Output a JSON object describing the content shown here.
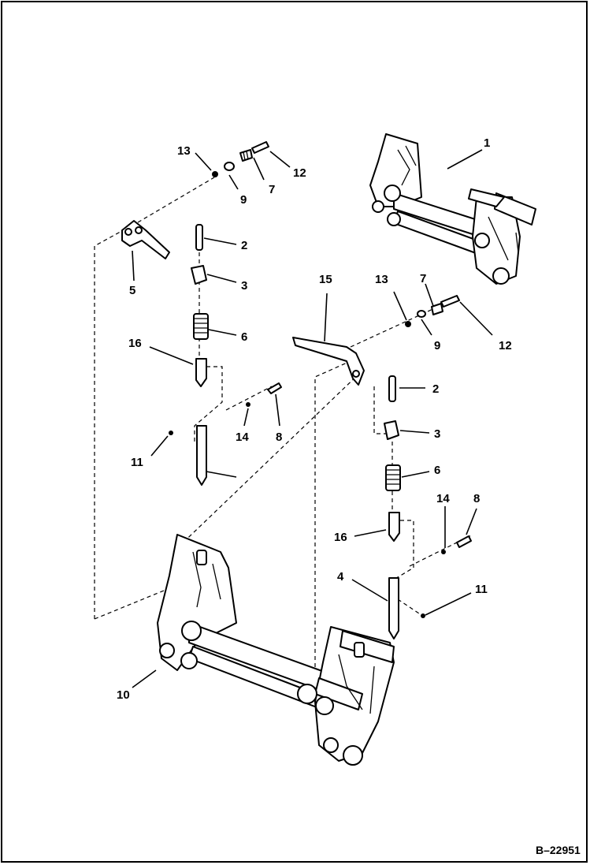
{
  "diagram": {
    "reference_code": "B–22951",
    "callouts": [
      {
        "id": "c1",
        "text": "1"
      },
      {
        "id": "c2a",
        "text": "2"
      },
      {
        "id": "c2b",
        "text": "2"
      },
      {
        "id": "c3a",
        "text": "3"
      },
      {
        "id": "c3b",
        "text": "3"
      },
      {
        "id": "c4",
        "text": "4"
      },
      {
        "id": "c5",
        "text": "5"
      },
      {
        "id": "c6a",
        "text": "6"
      },
      {
        "id": "c6b",
        "text": "6"
      },
      {
        "id": "c7a",
        "text": "7"
      },
      {
        "id": "c7b",
        "text": "7"
      },
      {
        "id": "c8a",
        "text": "8"
      },
      {
        "id": "c8b",
        "text": "8"
      },
      {
        "id": "c9a",
        "text": "9"
      },
      {
        "id": "c9b",
        "text": "9"
      },
      {
        "id": "c10",
        "text": "10"
      },
      {
        "id": "c11a",
        "text": "11"
      },
      {
        "id": "c11b",
        "text": "11"
      },
      {
        "id": "c12a",
        "text": "12"
      },
      {
        "id": "c12b",
        "text": "12"
      },
      {
        "id": "c13a",
        "text": "13"
      },
      {
        "id": "c13b",
        "text": "13"
      },
      {
        "id": "c14a",
        "text": "14"
      },
      {
        "id": "c14b",
        "text": "14"
      },
      {
        "id": "c15",
        "text": "15"
      },
      {
        "id": "c16a",
        "text": "16"
      },
      {
        "id": "c16b",
        "text": "16"
      }
    ]
  }
}
